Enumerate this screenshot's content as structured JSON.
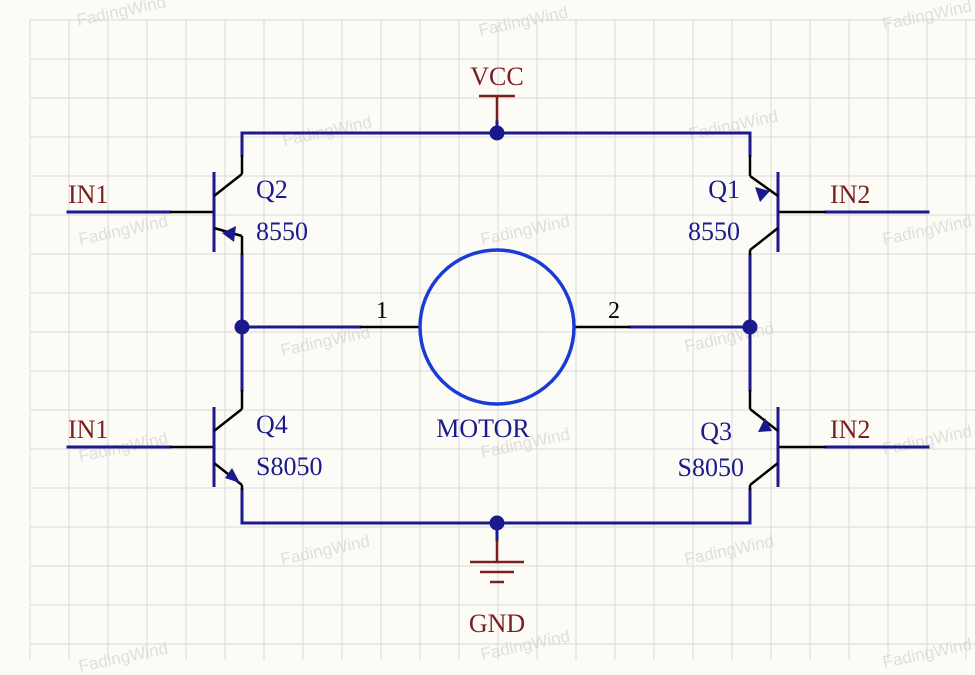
{
  "colors": {
    "background": "#fdfbf6",
    "grid": "#d9d9d9",
    "wire": "#1a1a8c",
    "net_label": "#7a1f1f",
    "motor": "#1a3cd6",
    "junction": "#1a1a8c"
  },
  "power": {
    "vcc_label": "VCC",
    "gnd_label": "GND"
  },
  "inputs": {
    "top_left": "IN1",
    "bottom_left": "IN1",
    "top_right": "IN2",
    "bottom_right": "IN2"
  },
  "transistors": {
    "q2": {
      "designator": "Q2",
      "part": "8550"
    },
    "q1": {
      "designator": "Q1",
      "part": "8550"
    },
    "q4": {
      "designator": "Q4",
      "part": "S8050"
    },
    "q3": {
      "designator": "Q3",
      "part": "S8050"
    }
  },
  "motor": {
    "label": "MOTOR",
    "pin1": "1",
    "pin2": "2"
  },
  "watermark": "FadingWind"
}
